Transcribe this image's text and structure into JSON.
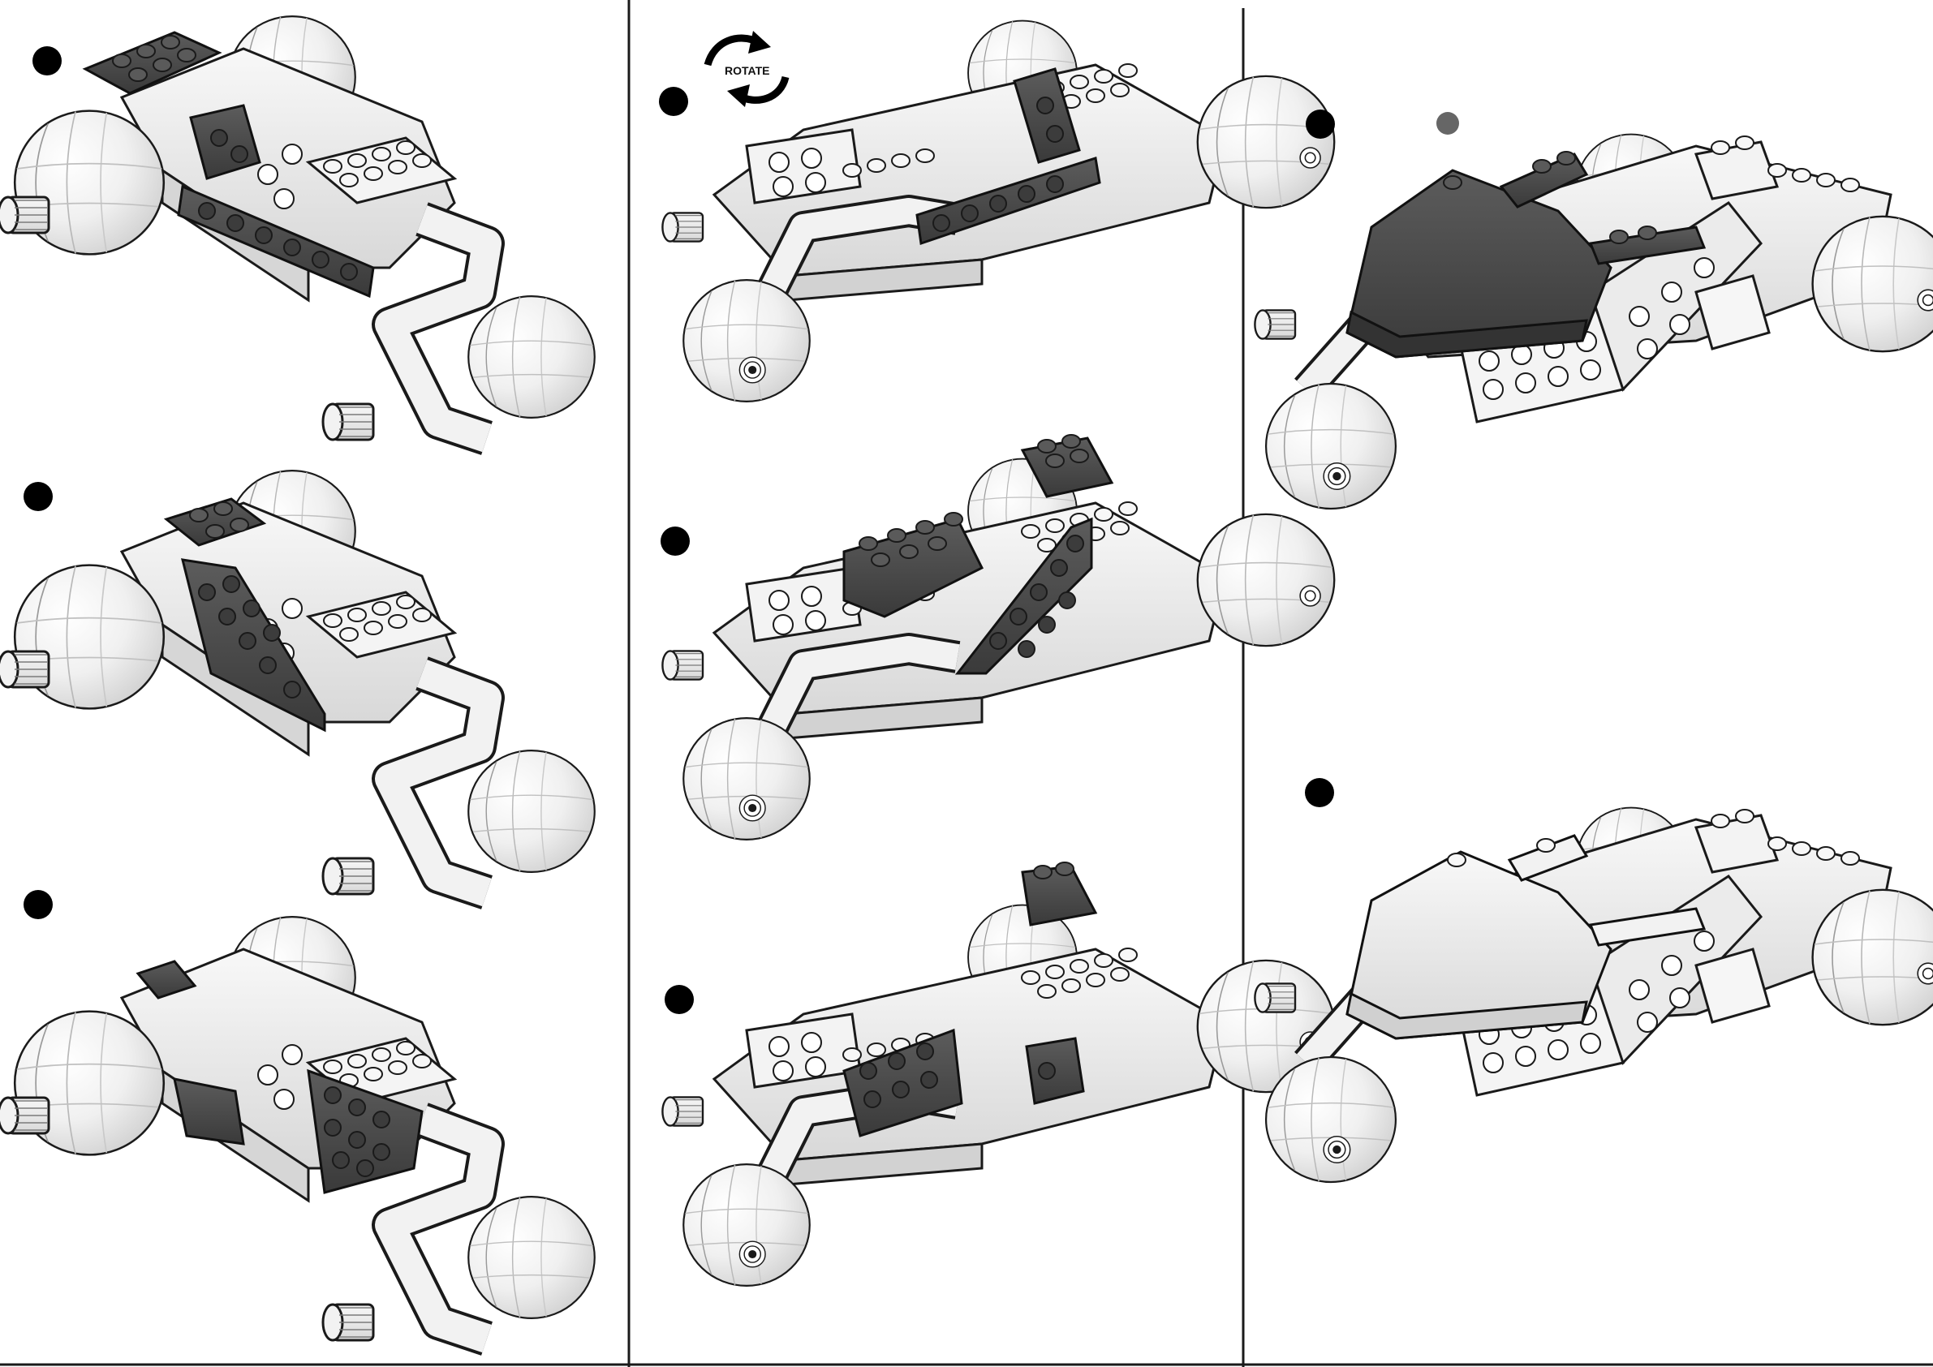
{
  "colors": {
    "page": "#ffffff",
    "ink": "#1a1a1a",
    "brick_light": "#eeeeee",
    "brick_light_shade": "#c9c9c9",
    "brick_dark": "#4d4d4d",
    "brick_dark_shade": "#333333",
    "wheel": "#f7f7f7",
    "wheel_shade": "#dddddd",
    "step_marker": "#000000",
    "part_indicator": "#666666"
  },
  "panels": [
    {
      "name": "left-column",
      "steps": [
        {
          "marker": "step-marker-1",
          "new_parts": [
            "dark-plate-2x4",
            "dark-brick-1x2-side",
            "dark-technic-beam-1x10"
          ]
        },
        {
          "marker": "step-marker-2",
          "new_parts": [
            "dark-wedge-plate-left",
            "dark-plate-2x2"
          ]
        },
        {
          "marker": "step-marker-3",
          "new_parts": [
            "dark-plate-2x4-side",
            "dark-bracket",
            "dark-slope"
          ]
        }
      ]
    },
    {
      "name": "middle-column",
      "rotate_label": "ROTATE",
      "steps": [
        {
          "marker": "step-marker-4",
          "icon": "rotate-arrows-icon",
          "new_parts": [
            "dark-technic-beam-1x10",
            "dark-brick-1x2-side"
          ]
        },
        {
          "marker": "step-marker-5",
          "new_parts": [
            "dark-brick-2x4",
            "dark-plate-2x2",
            "dark-wedge-plate-right"
          ]
        },
        {
          "marker": "step-marker-6",
          "new_parts": [
            "dark-slope-2x2",
            "dark-plate-3x4-side",
            "dark-bracket"
          ]
        }
      ]
    },
    {
      "name": "right-column",
      "steps": [
        {
          "marker": "step-marker-7",
          "part_indicator": "grey-part-dot",
          "new_parts": [
            "dark-hood-wedge",
            "dark-tail-plate"
          ]
        },
        {
          "marker": "step-marker-8",
          "new_parts": []
        }
      ]
    }
  ]
}
